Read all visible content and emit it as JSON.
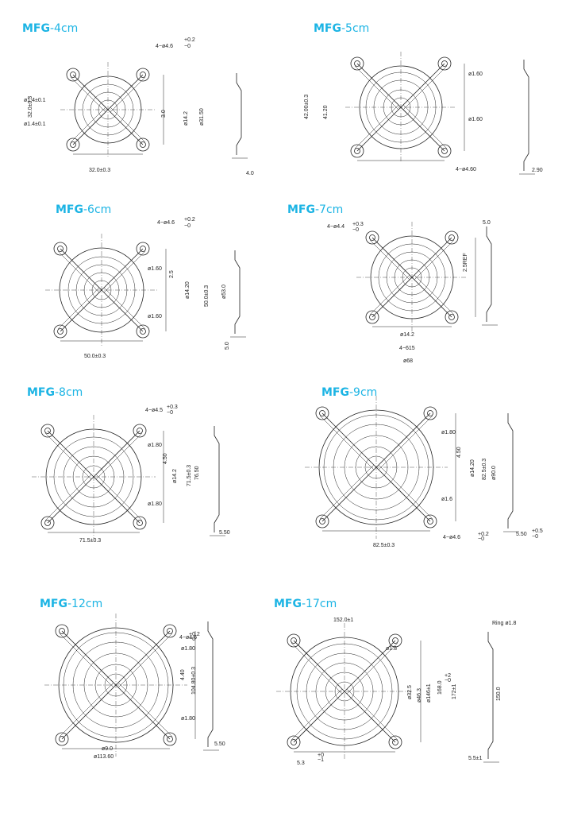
{
  "colors": {
    "title_accent": "#1cb4e4",
    "line": "#222222"
  },
  "drawings": [
    {
      "id": "mfg-4",
      "prefix": "MFG",
      "size": "-4cm",
      "labels": [
        "4−ø4.6",
        "+0.2",
        "−0",
        "ø1.4±0.1",
        "ø1.4±0.1",
        "32.0±0.3",
        "32.0±0.3",
        "3.0",
        "ø14.2",
        "ø31.50",
        "4.0"
      ]
    },
    {
      "id": "mfg-5",
      "prefix": "MFG",
      "size": "-5cm",
      "labels": [
        "ø1.60",
        "ø1.60",
        "4−ø4.60",
        "42.00±0.3",
        "41.20",
        "2.90"
      ]
    },
    {
      "id": "mfg-6",
      "prefix": "MFG",
      "size": "-6cm",
      "labels": [
        "4−ø4.6",
        "+0.2",
        "−0",
        "ø1.60",
        "ø1.60",
        "2.5",
        "ø14.20",
        "50.0±0.3",
        "ø53.0",
        "50.0±0.3",
        "5.0"
      ]
    },
    {
      "id": "mfg-7",
      "prefix": "MFG",
      "size": "-7cm",
      "labels": [
        "4−ø4.4",
        "+0.3",
        "−0",
        "2.5REF",
        "ø14.2",
        "4−615",
        "ø68",
        "5.0"
      ]
    },
    {
      "id": "mfg-8",
      "prefix": "MFG",
      "size": "-8cm",
      "labels": [
        "4−ø4.5",
        "+0.3",
        "−0",
        "ø1.80",
        "ø1.80",
        "4.50",
        "ø14.2",
        "71.5±0.3",
        "76.50",
        "71.5±0.3",
        "5.50"
      ]
    },
    {
      "id": "mfg-9",
      "prefix": "MFG",
      "size": "-9cm",
      "labels": [
        "ø1.80",
        "ø1.6",
        "4.50",
        "ø14.20",
        "82.5±0.3",
        "ø90.0",
        "82.5±0.3",
        "4−ø4.6",
        "+0.2",
        "−0",
        "5.50",
        "+0.5",
        "−0"
      ]
    },
    {
      "id": "mfg-12",
      "prefix": "MFG",
      "size": "-12cm",
      "labels": [
        "4−ø4.6",
        "+0.2",
        "−0",
        "ø1.80",
        "4.40",
        "104.80±0.3",
        "ø1.80",
        "ø9.0",
        "ø113.60",
        "5.50"
      ]
    },
    {
      "id": "mfg-17",
      "prefix": "MFG",
      "size": "-17cm",
      "labels": [
        "152.0±1",
        "ø1.8",
        "ø32.5",
        "ø46.3",
        "ø146±1",
        "168.0",
        "+2",
        "−0",
        "172±1",
        "5.3",
        "+0",
        "−1",
        "Ring ø1.8",
        "150.0",
        "5.5±1"
      ]
    }
  ]
}
